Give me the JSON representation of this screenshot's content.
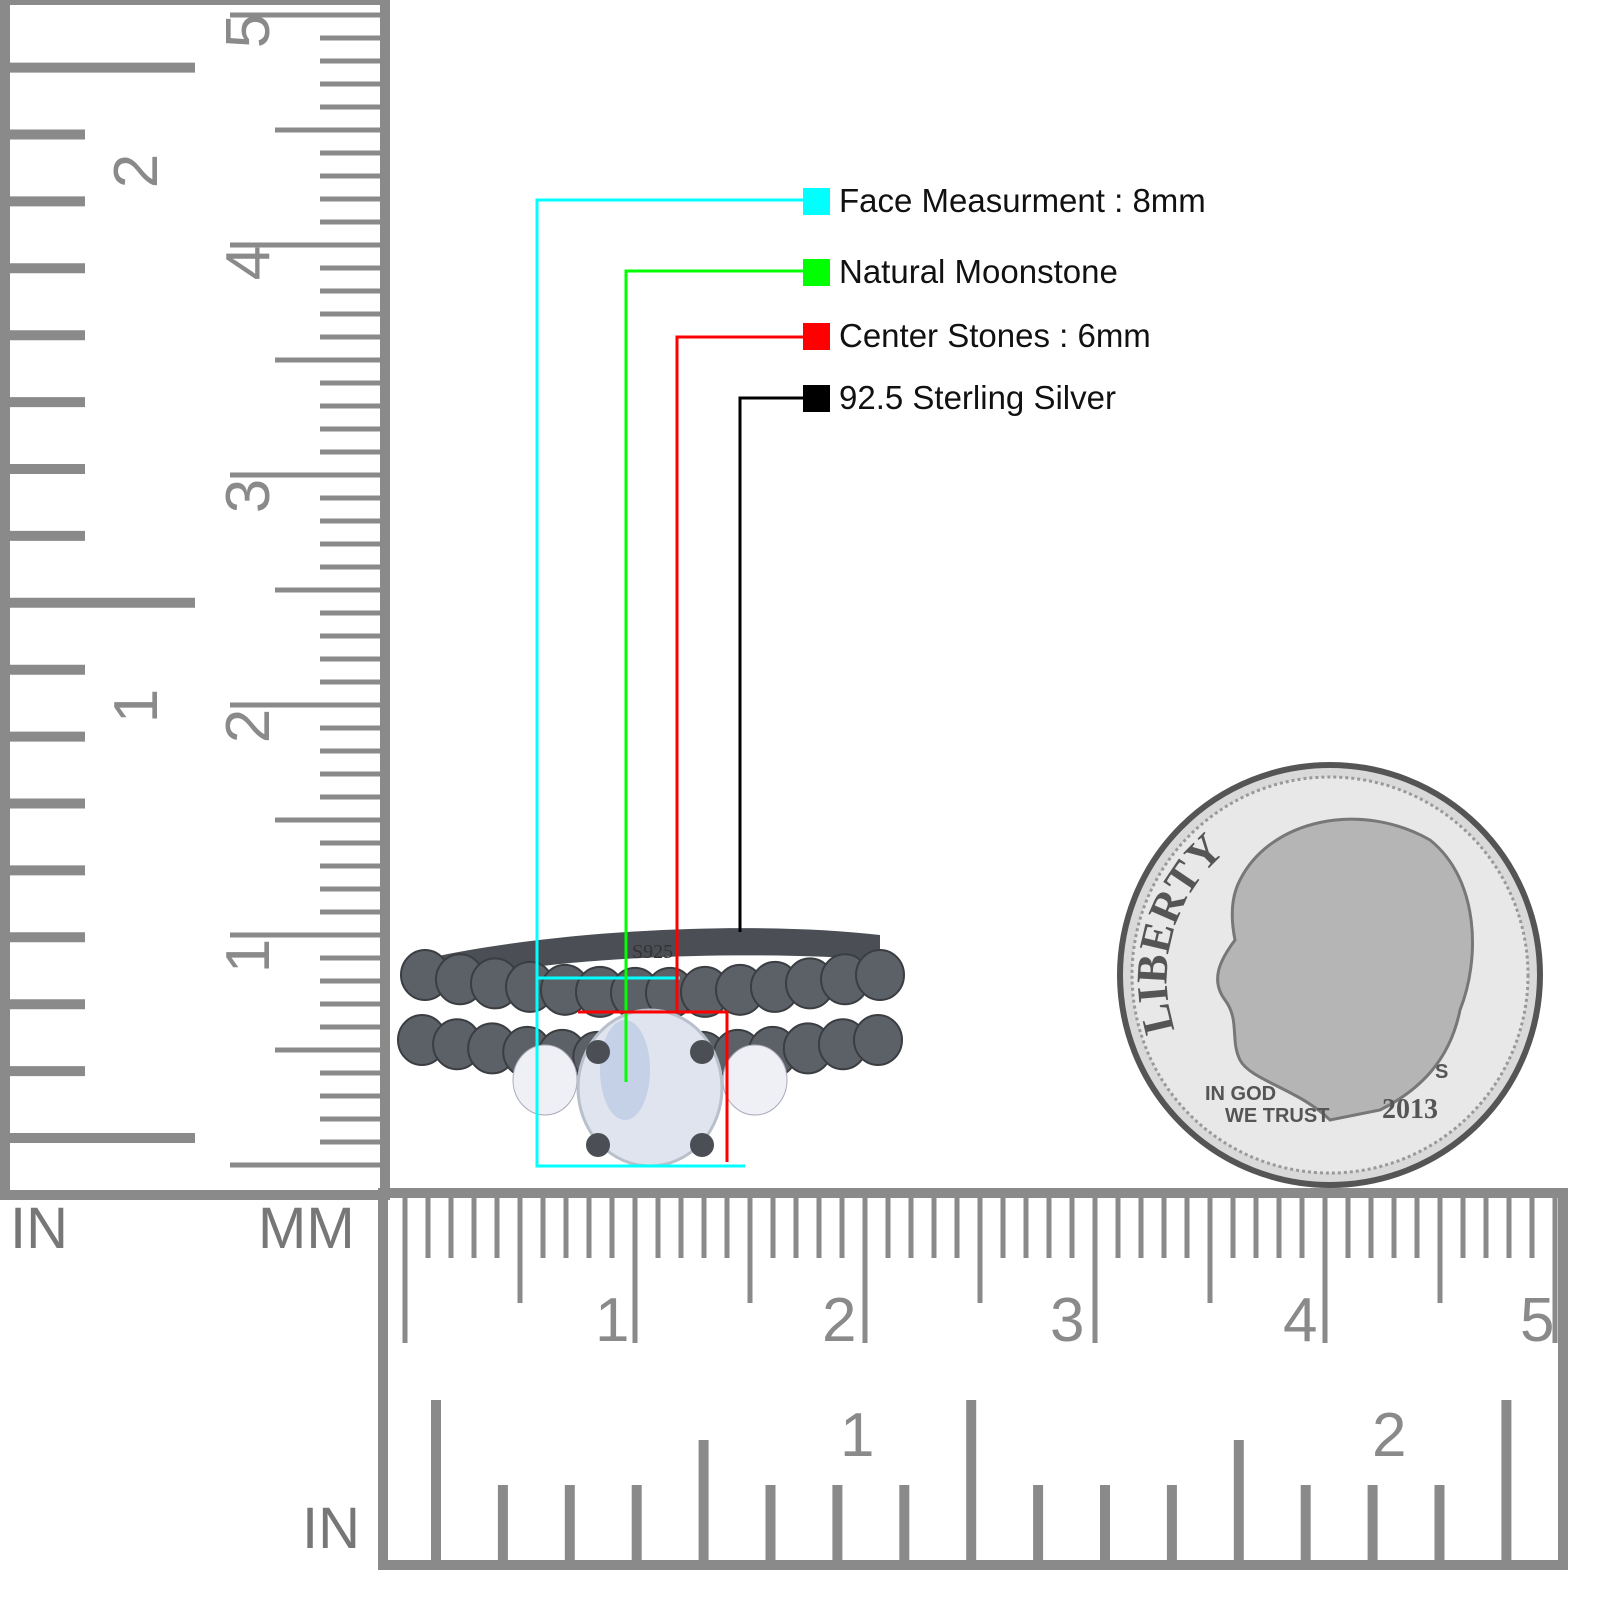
{
  "legend": [
    {
      "label": "Face Measurment : 8mm",
      "color": "#00ffff"
    },
    {
      "label": "Natural Moonstone",
      "color": "#00ff00"
    },
    {
      "label": "Center Stones : 6mm",
      "color": "#ff0000"
    },
    {
      "label": "92.5 Sterling Silver",
      "color": "#000000"
    }
  ],
  "ruler": {
    "unit_in_left": "IN",
    "unit_mm": "MM",
    "unit_in_bottom": "IN",
    "left_mm_labels": [
      "1",
      "2",
      "3",
      "4",
      "5"
    ],
    "left_in_labels": [
      "1",
      "2"
    ],
    "bottom_mm_labels": [
      "1",
      "2",
      "3",
      "4",
      "5"
    ],
    "bottom_in_labels": [
      "1",
      "2"
    ],
    "color": "#8a8a8a"
  },
  "ring": {
    "stamp": "S925"
  },
  "coin": {
    "motto": "LIBERTY",
    "trust_line1": "IN GOD",
    "trust_line2": "WE TRUST",
    "year": "2013",
    "mint_mark": "S"
  }
}
